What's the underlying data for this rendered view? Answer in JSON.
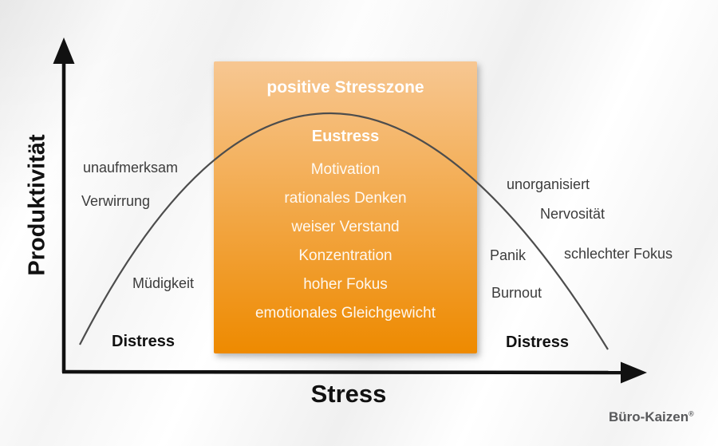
{
  "diagram": {
    "y_axis_label": "Produktivität",
    "x_axis_label": "Stress",
    "zone_box": {
      "title": "positive Stresszone",
      "heading": "Eustress",
      "items": [
        "Motivation",
        "rationales Denken",
        "weiser Verstand",
        "Konzentration",
        "hoher Fokus",
        "emotionales Gleichgewicht"
      ],
      "gradient_top": "#f7c792",
      "gradient_bottom": "#ee8a00"
    },
    "left_labels": {
      "unattentive": "unaufmerksam",
      "confusion": "Verwirrung",
      "fatigue": "Müdigkeit",
      "distress": "Distress"
    },
    "right_labels": {
      "unorganized": "unorganisiert",
      "nervousness": "Nervosität",
      "panic": "Panik",
      "poor_focus": "schlechter Fokus",
      "burnout": "Burnout",
      "distress": "Distress"
    },
    "curve": {
      "description": "inverted-U stress-performance curve",
      "color": "#4d4d4d",
      "start": [
        100,
        432
      ],
      "peak": [
        415,
        142
      ],
      "end": [
        762,
        438
      ]
    },
    "axes_color": "#111111",
    "branding": {
      "name": "Büro-Kaizen",
      "mark": "®"
    }
  }
}
